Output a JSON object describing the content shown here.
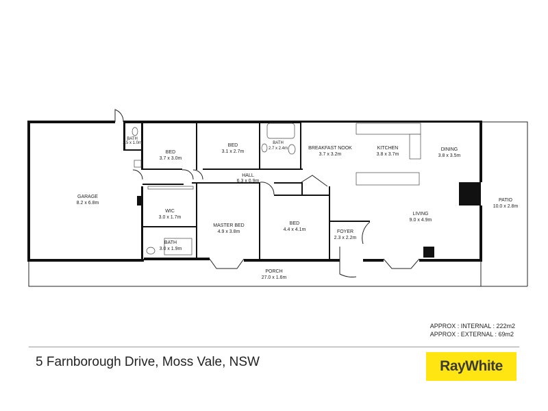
{
  "rooms": {
    "bath1": {
      "name": "BATH",
      "dims": "1.5 x 1.0m"
    },
    "bed1": {
      "name": "BED",
      "dims": "3.7 x 3.0m"
    },
    "bed2": {
      "name": "BED",
      "dims": "3.1 x 2.7m"
    },
    "bath2": {
      "name": "BATH",
      "dims": "2.7 x 2.4m"
    },
    "breakfast": {
      "name": "BREAKFAST NOOK",
      "dims": "3.7 x 3.2m"
    },
    "kitchen": {
      "name": "KITCHEN",
      "dims": "3.8 x 3.7m"
    },
    "dining": {
      "name": "DINING",
      "dims": "3.8 x 3.5m"
    },
    "garage": {
      "name": "GARAGE",
      "dims": "8.2 x 6.8m"
    },
    "hall": {
      "name": "HALL",
      "dims": "6.3 x 0.9m"
    },
    "patio": {
      "name": "PATIO",
      "dims": "10.0 x 2.8m"
    },
    "wic": {
      "name": "WIC",
      "dims": "3.0 x 1.7m"
    },
    "master": {
      "name": "MASTER BED",
      "dims": "4.9 x 3.8m"
    },
    "bed3": {
      "name": "BED",
      "dims": "4.4 x 4.1m"
    },
    "foyer": {
      "name": "FOYER",
      "dims": "2.3 x 2.2m"
    },
    "living": {
      "name": "LIVING",
      "dims": "9.0 x 4.9m"
    },
    "bath3": {
      "name": "BATH",
      "dims": "3.0 x 1.9m"
    },
    "porch": {
      "name": "PORCH",
      "dims": "27.0 x 1.6m"
    }
  },
  "area": {
    "internal": "APPROX : INTERNAL : 222m2",
    "external": "APPROX : EXTERNAL : 69m2"
  },
  "address": "5 Farnborough Drive, Moss Vale, NSW",
  "brand": {
    "name": "RayWhite",
    "color": "#ffe512"
  }
}
